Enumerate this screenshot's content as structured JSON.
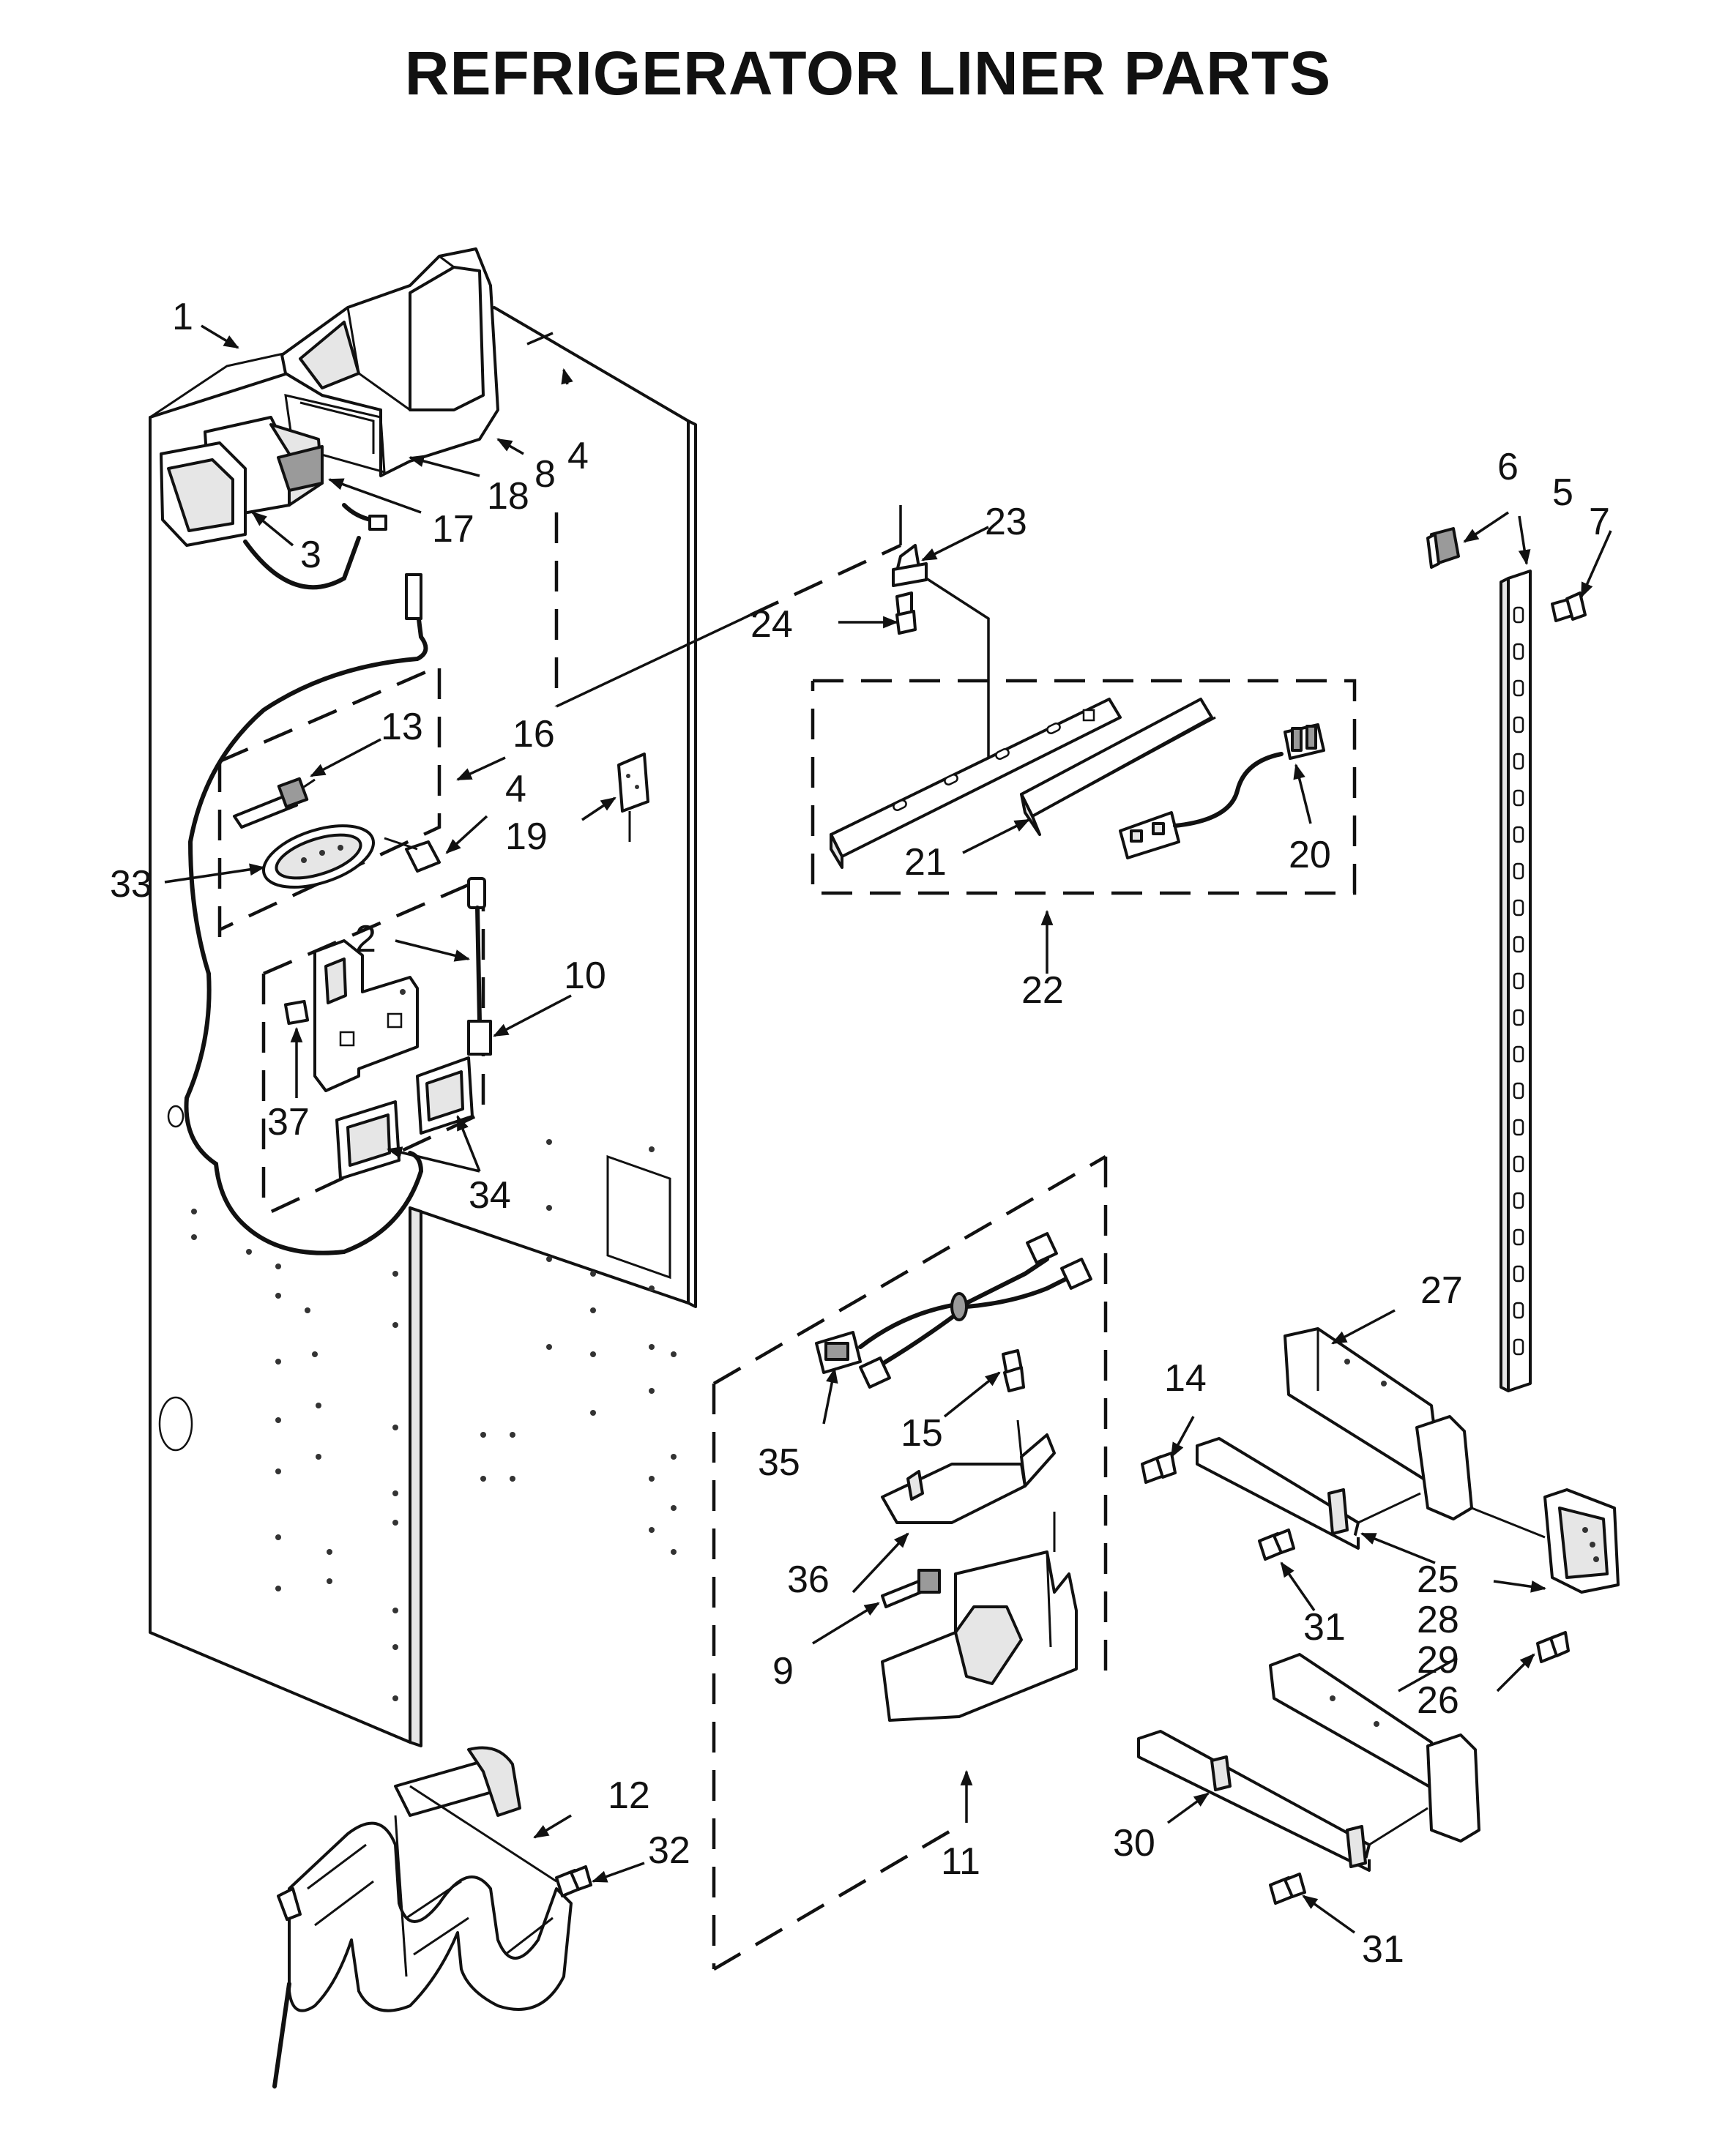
{
  "title": "REFRIGERATOR LINER PARTS",
  "callouts": {
    "c1": "1",
    "c2": "2",
    "c3": "3",
    "c4a": "4",
    "c4b": "4",
    "c5": "5",
    "c6": "6",
    "c7": "7",
    "c8": "8",
    "c9": "9",
    "c10": "10",
    "c11": "11",
    "c12": "12",
    "c13": "13",
    "c14": "14",
    "c15": "15",
    "c16": "16",
    "c17": "17",
    "c18": "18",
    "c19": "19",
    "c20": "20",
    "c21": "21",
    "c22": "22",
    "c23": "23",
    "c24": "24",
    "c25": "25",
    "c26": "26",
    "c27": "27",
    "c28": "28",
    "c29": "29",
    "c30": "30",
    "c31a": "31",
    "c31b": "31",
    "c32": "32",
    "c33": "33",
    "c34": "34",
    "c35": "35",
    "c36": "36",
    "c37": "37"
  }
}
